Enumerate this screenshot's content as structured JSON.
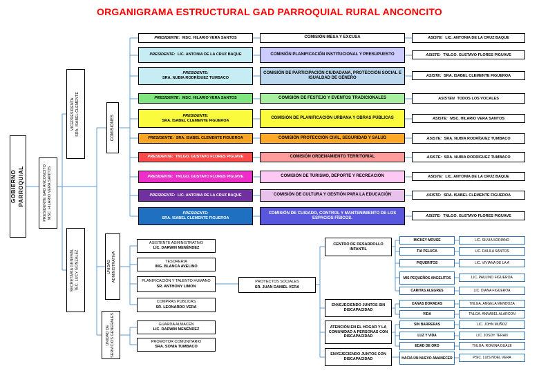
{
  "title": "ORGANIGRAMA ESTRUCTURAL GAD PARROQUIAL RURAL ANCONCITO",
  "colors": {
    "title": "#FF0000",
    "connector_line": "#5B9BD5",
    "rows": [
      {
        "president_bg": "#FFFFFF",
        "commission_bg": "#FFFFFF"
      },
      {
        "president_bg": "#C6ECF4",
        "commission_bg": "#CCCCFF"
      },
      {
        "president_bg": "#C6ECF4",
        "commission_bg": "#BDD7EE"
      },
      {
        "president_bg": "#7FE57F",
        "commission_bg": "#A8F0A0"
      },
      {
        "president_bg": "#FBFB3E",
        "commission_bg": "#FBFB3E"
      },
      {
        "president_bg": "#F6A623",
        "commission_bg": "#FCA928"
      },
      {
        "president_bg": "#FB4B4B",
        "commission_bg": "#FF9D9D"
      },
      {
        "president_bg": "#EE2EC8",
        "commission_bg": "#FCC8F4"
      },
      {
        "president_bg": "#7030A0",
        "commission_bg": "#E9C2EC"
      },
      {
        "president_bg": "#1F70C1",
        "commission_bg": "#5A57DF"
      }
    ]
  },
  "hierarchy": {
    "gobierno": "GOBIERNO  PARROQUIAL",
    "presidente": {
      "line1": "PRESIDENTE GAD ANCONCITO",
      "line2": "MSC. HILARIO VERA SANTOS"
    },
    "vicepresidenta": {
      "line1": "VICEPRESIDENTA",
      "line2": "SRA. ISABEL CLEMENTE"
    },
    "secretaria": {
      "line1": "SECRETARIA GENERAL",
      "line2": "TEC. LUCY GONZALEZ"
    },
    "comisiones": "COMISIONES",
    "unidad_administrativa": {
      "line1": "UNIDAD",
      "line2": "ADMINISTRATIVA"
    },
    "unidad_servicios": {
      "line1": "UNIDAD DE",
      "line2": "SERVICIOS GENERALES"
    }
  },
  "commissions": [
    {
      "president_label": "PRESIDENTE:",
      "president": "MSC. HILARIO VERA SANTOS",
      "commission": "COMISIÓN MESA Y EXCUSA",
      "assist_label": "ASISTE:",
      "assist": "LIC. ANTONIA DE LA CRUZ BAQUE"
    },
    {
      "president_label": "PRESIDENTE:",
      "president": "LIC. ANTONIA DE LA CRUZ BAQUE",
      "commission": "COMISIÓN PLANIFICACIÓN INSTITUCIONAL Y PRESUPUESTO",
      "assist_label": "ASISTE:",
      "assist": "TNLGO. GUSTAVO FLORES PIGUAVE"
    },
    {
      "president_label": "PRESIDENTE:",
      "president": "SRA. NUBIA RODRÍGUEZ TUMBACO",
      "commission": "COMISIÓN DE PARTICIPACIÓN CIUDADANA, PROTECCIÓN SOCIAL E IGUALDAD DE GÉNERO",
      "assist_label": "ASISTE:",
      "assist": "SRA. ISABEL CLEMENTE FIGUEROA"
    },
    {
      "president_label": "PRESIDENTE:",
      "president": "MSC. HILARIO VERA SANTOS",
      "commission": "COMISIÓN DE FESTEJO Y EVENTOS TRADICIONALES",
      "assist_label": "ASISTEN",
      "assist": "TODOS LOS VOCALES"
    },
    {
      "president_label": "PRESIDENTE:",
      "president": "SRA. ISABEL CLEMENTE FIGUEROA",
      "commission": "COMISIÓN DE PLANIFICACIÓN URBANA Y OBRAS PÚBLICAS",
      "assist_label": "ASISTE:",
      "assist": "MSC. HILARIO VERA SANTOS"
    },
    {
      "president_label": "PRESIDENTE:",
      "president": "SRA. ISABEL CLEMENTE FIGUEROA",
      "commission": "COMISIÓN PROTECCIÓN CIVIL, SEGURIDAD Y SALUD",
      "assist_label": "ASISTE:",
      "assist": "SRA. NUBIA RODRÍGUEZ TUMBACO"
    },
    {
      "president_label": "PRESIDENTE:",
      "president": "TNLGO. GUSTAVO FLORES PIGUAVE",
      "commission": "COMISIÓN ORDENAMIENTO TERRITORIAL",
      "assist_label": "ASISTE:",
      "assist": "SRA. NUBIA RODRÍGUEZ TUMBACO"
    },
    {
      "president_label": "PRESIDENTE:",
      "president": "TNLGO. GUSTAVO FLORES PIGUAVE",
      "commission": "COMISIÓN DE TURISMO, DEPORTE Y RECREACIÓN",
      "assist_label": "ASISTE:",
      "assist": "LIC. ANTONIA DE LA CRUZ BAQUE"
    },
    {
      "president_label": "PRESIDENTE:",
      "president": "LIC. ANTONIA DE LA CRUZ BAQUE",
      "commission": "COMISIÓN DE CULTURA Y GESTIÓN PARA LA EDUCACIÓN",
      "assist_label": "ASISTE:",
      "assist": "SRA. ISABEL CLEMENTE FIGUEROA"
    },
    {
      "president_label": "PRESIDENTE:",
      "president": "SRA. ISABEL CLEMENTE FIGUEROA",
      "commission": "COMISIÓN DE CUIDADO, CONTROL Y MANTENIMIENTO DE LOS ESPACIOS FÍSICOS.",
      "assist_label": "ASISTE:",
      "assist": "TNLGO. GUSTAVO FLORES PIGUAVE"
    }
  ],
  "admin_units": [
    {
      "title": "ASISTENTE ADMINISTRATIVO",
      "name": "LIC. DARWIN MENÉNDEZ"
    },
    {
      "title": "TESORERIA",
      "name": "ING. BLANCA AVELINO"
    },
    {
      "title": "PLANIFICACIÓN Y TALENTO HUMANO",
      "name": "SR. ANTHONY LIMON"
    },
    {
      "title": "COMPRAS PUBLICAS",
      "name": "SR. LEONARDO VERA"
    }
  ],
  "service_units": [
    {
      "title": "GUARDA ALMACÉN",
      "name": "LIC. DARWIN MENÉNDEZ"
    },
    {
      "title": "PROMOTOR COMUNITARIO",
      "name": "SRA. SONIA TUMBACO"
    }
  ],
  "proyectos": {
    "title": "PROYECTOS SOCIALES",
    "name": "SR. JUAN DANIEL VERA"
  },
  "programs": [
    {
      "name": "CENTRO DE DESARROLLO INFANTIL",
      "groups": [
        {
          "group": "MICKEY MOUSE",
          "person": "LIC. SILVIA SORIANO"
        },
        {
          "group": "TIA PELUCA",
          "person": "LIC. DALILA SANTOS"
        },
        {
          "group": "PIQUERITOS",
          "person": "LIC. VIVIANA DE LA A"
        },
        {
          "group": "MIS PEQUEÑOS ANGELITOS",
          "person": "LIC. PAULINO FIGUEROA"
        },
        {
          "group": "CARITAS ALEGRES",
          "person": "LIC. DIANA FIGUEROA"
        }
      ]
    },
    {
      "name": "ENVEJECIENDO JUNTOS SIN DISCAPACIDAD",
      "groups": [
        {
          "group": "CANAS DORADAS",
          "person": "TNLGA. ANGELA MENDOZA"
        },
        {
          "group": "VIDA",
          "person": "TNLGA. ANNABEL ALARCON"
        }
      ]
    },
    {
      "name": "ATENCIÓN EN EL HOGAR Y LA COMUNIDAD A PERSONAS CON DISCAPACIDAD",
      "groups": [
        {
          "group": "SIN BARRERAS",
          "person": "LIC. JOHN MUÑOZ"
        },
        {
          "group": "LUZ Y VIDA",
          "person": "LIC. JOSDY TERAN"
        },
        {
          "group": "EDAD DE ORO",
          "person": "TNLGA. ROMINA GUALE"
        }
      ]
    },
    {
      "name": "ENVEJECIENDO JUNTOS CON DISCAPACIDAD",
      "groups": [
        {
          "group": "HACIA UN NUEVO AMANECER",
          "person": "PSIC. LUIS NOEL VERA"
        }
      ]
    }
  ]
}
